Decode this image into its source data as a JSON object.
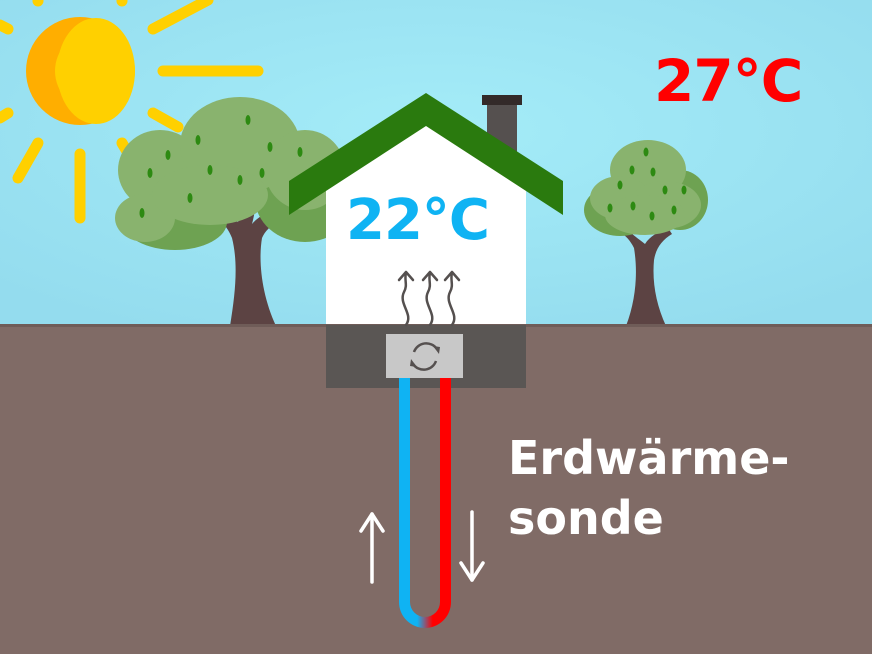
{
  "diagram": {
    "type": "illustration",
    "subject": "ground source heat pump with borehole heat exchanger",
    "outside_temperature": "27°C",
    "inside_temperature": "22°C",
    "probe_label_line1": "Erdwärme-",
    "probe_label_line2": "sonde",
    "elements": {
      "sun": "sun-icon",
      "trees": [
        "tree-left",
        "tree-right"
      ],
      "house": "house",
      "heat_pump": "heat-pump-unit-icon",
      "heat_arrows": "heat-rising-arrows-icon",
      "probe": "u-tube-probe",
      "flow_up": "arrow-up-icon",
      "flow_down": "arrow-down-icon"
    }
  },
  "colors": {
    "sky": "#9ee6f5",
    "ground": "#806b66",
    "sun_light": "#ffd000",
    "sun_dark": "#ffae00",
    "roof": "#2a7a0e",
    "house_wall": "#ffffff",
    "basement": "#5a5654",
    "heat_pump_box": "#c8c8c8",
    "chimney": "#55504f",
    "tree_foliage": "#89b36e",
    "tree_foliage_dark": "#6ea252",
    "tree_trunk": "#5c4343",
    "pipe_cold": "#0fb3f3",
    "pipe_hot": "#ff0000",
    "outside_temp_text": "#ff0000",
    "inside_temp_text": "#0fb3f3",
    "probe_text": "#ffffff"
  }
}
